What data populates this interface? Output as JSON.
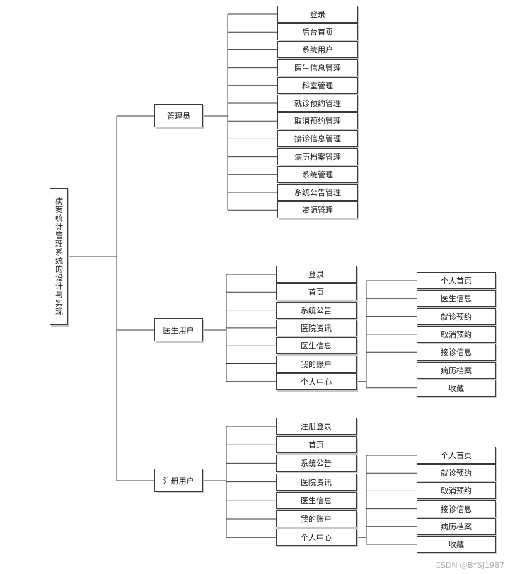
{
  "root": {
    "label": "病案统计管理系统的设计与实现"
  },
  "admin": {
    "label": "管理员",
    "items": [
      "登录",
      "后台首页",
      "系统用户",
      "医生信息管理",
      "科室管理",
      "就诊预约管理",
      "取消预约管理",
      "接诊信息管理",
      "病历档案管理",
      "系统管理",
      "系统公告管理",
      "资源管理"
    ]
  },
  "doctor": {
    "label": "医生用户",
    "items": [
      "登录",
      "首页",
      "系统公告",
      "医院资讯",
      "医生信息",
      "我的账户",
      "个人中心"
    ],
    "center_items": [
      "个人首页",
      "医生信息",
      "就诊预约",
      "取消预约",
      "接诊信息",
      "病历档案",
      "收藏"
    ]
  },
  "user": {
    "label": "注册用户",
    "items": [
      "注册登录",
      "首页",
      "系统公告",
      "医院资讯",
      "医生信息",
      "我的账户",
      "个人中心"
    ],
    "center_items": [
      "个人首页",
      "就诊预约",
      "取消预约",
      "接诊信息",
      "病历档案",
      "收藏"
    ]
  },
  "watermark": "CSDN @BYSJ1987"
}
